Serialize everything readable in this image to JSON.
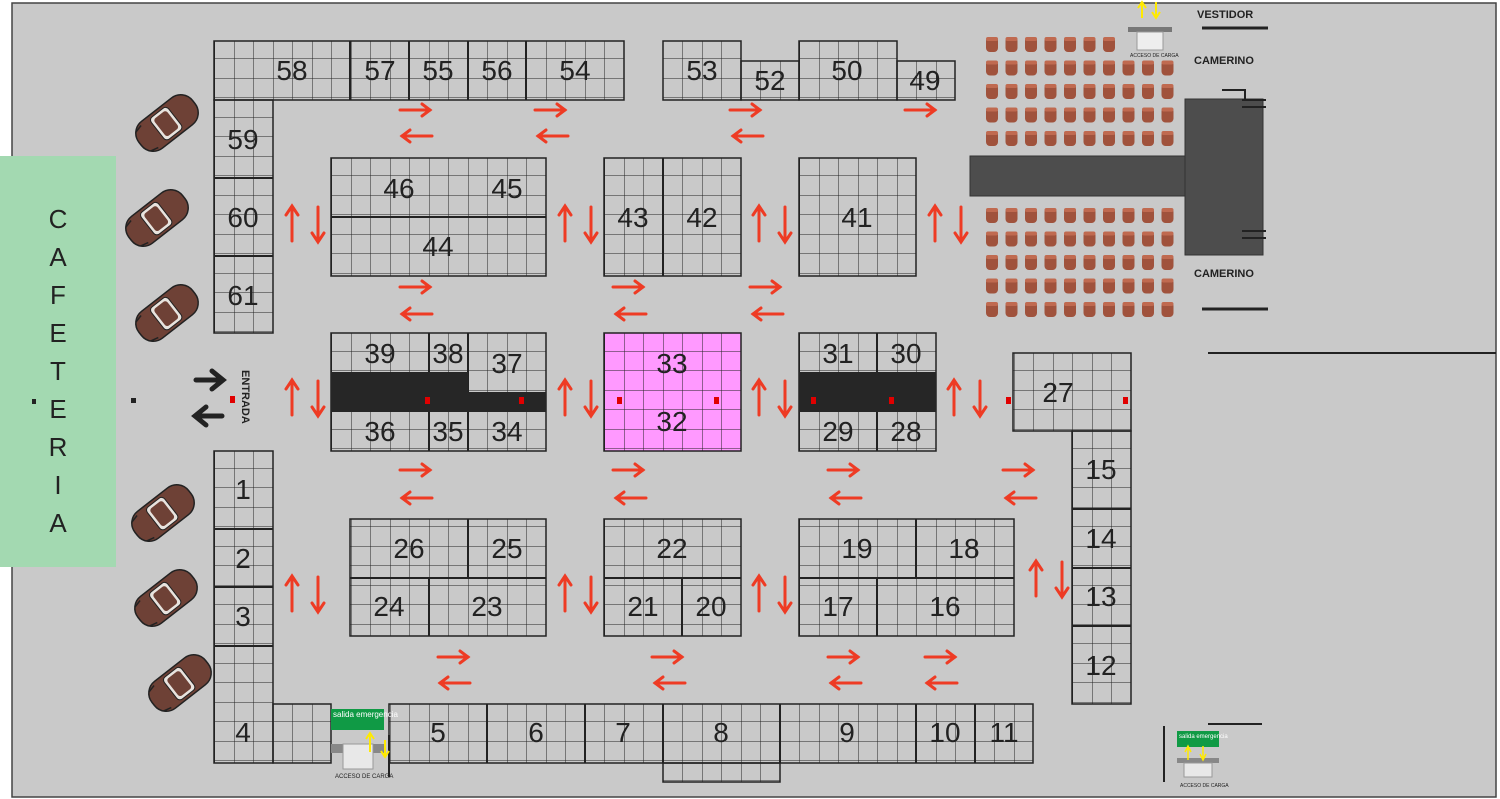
{
  "cafeteria_label": [
    "C",
    "A",
    "F",
    "E",
    "T",
    "E",
    "R",
    "I",
    "A"
  ],
  "entrance_label": "ENTRADA",
  "vestidor_label": "VESTIDOR",
  "camerino_label": "CAMERINO",
  "salida_label": "salida emergencia",
  "acceso_label": "ACCESO DE CARGA",
  "colors": {
    "floor": "#c9c9c9",
    "stand": "#ffffff",
    "grid": "#222222",
    "highlight": "#ff99ff",
    "aisle_block": "#262626",
    "arrow": "#ee3b24",
    "cafeteria": "#a3d9b1",
    "stage": "#4d4d4d",
    "seat": "#a0523c",
    "exit_sign": "#109a45",
    "car": "#6e4136",
    "load_arrow": "#ffea00",
    "marker": "#e00000"
  },
  "stands": [
    "1",
    "2",
    "3",
    "4",
    "5",
    "6",
    "7",
    "8",
    "9",
    "10",
    "11",
    "12",
    "13",
    "14",
    "15",
    "16",
    "17",
    "18",
    "19",
    "20",
    "21",
    "22",
    "23",
    "24",
    "25",
    "26",
    "27",
    "28",
    "29",
    "30",
    "31",
    "32",
    "33",
    "34",
    "35",
    "36",
    "37",
    "38",
    "39",
    "41",
    "42",
    "43",
    "44",
    "45",
    "46",
    "49",
    "50",
    "52",
    "53",
    "54",
    "55",
    "56",
    "57",
    "58",
    "59",
    "60",
    "61"
  ]
}
